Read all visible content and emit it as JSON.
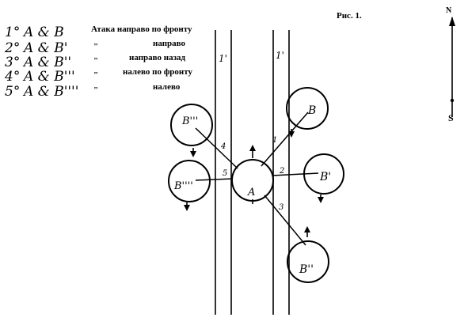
{
  "figure": {
    "caption": "Рис. 1.",
    "north": "N",
    "south": "S"
  },
  "legend": [
    {
      "number": "1°",
      "pair": "A & B",
      "description": "Атака направо по фронту"
    },
    {
      "number": "2°",
      "pair": "A & B'",
      "description": "направо"
    },
    {
      "number": "3°",
      "pair": "A & B''",
      "description": "направо назад"
    },
    {
      "number": "4°",
      "pair": "A & B'''",
      "description": "налево по фронту"
    },
    {
      "number": "5°",
      "pair": "A & B''''",
      "description": "налево"
    }
  ],
  "ditto_mark": "\"",
  "lanes": [
    {
      "label": "1'"
    },
    {
      "label": "1'"
    }
  ],
  "circles": [
    {
      "id": "a",
      "label": "A"
    },
    {
      "id": "b",
      "label": "B"
    },
    {
      "id": "b1",
      "label": "B'"
    },
    {
      "id": "b2",
      "label": "B''"
    },
    {
      "id": "b3",
      "label": "B'''"
    },
    {
      "id": "b4",
      "label": "B''''"
    }
  ],
  "connector_numbers": [
    "1",
    "2",
    "3",
    "4",
    "5"
  ]
}
